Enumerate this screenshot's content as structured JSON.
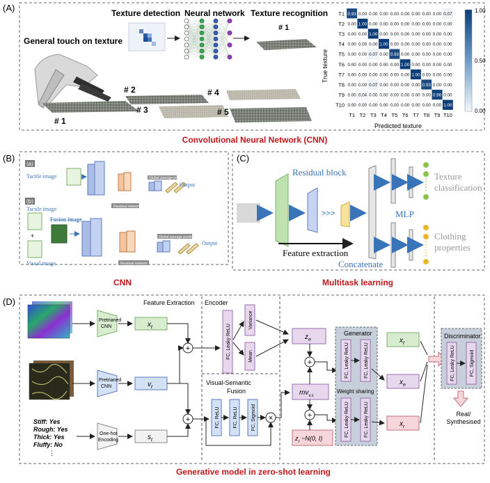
{
  "panelA": {
    "label": "(A)",
    "general_touch": "General touch on texture",
    "texture_detection": "Texture detection",
    "neural_network": "Neural network",
    "texture_recognition": "Texture recognition",
    "recognized_id": "# 1",
    "textures": [
      "# 1",
      "# 2",
      "# 3",
      "# 4",
      "# 5"
    ],
    "footer": "Convolutional Neural Network (CNN)",
    "matrix": {
      "rows": [
        "T1",
        "T2",
        "T3",
        "T4",
        "T5",
        "T6",
        "T7",
        "T8",
        "T9",
        "T10"
      ],
      "cols": [
        "T1",
        "T2",
        "T3",
        "T4",
        "T5",
        "T6",
        "T7",
        "T8",
        "T9",
        "T10"
      ],
      "values": [
        [
          0.93,
          0.0,
          0.0,
          0.0,
          0.0,
          0.0,
          0.0,
          0.0,
          0.0,
          0.07
        ],
        [
          0.0,
          1.0,
          0.0,
          0.0,
          0.0,
          0.0,
          0.0,
          0.0,
          0.0,
          0.0
        ],
        [
          0.0,
          0.0,
          1.0,
          0.0,
          0.0,
          0.0,
          0.0,
          0.0,
          0.0,
          0.0
        ],
        [
          0.0,
          0.0,
          0.0,
          1.0,
          0.0,
          0.0,
          0.0,
          0.0,
          0.0,
          0.0
        ],
        [
          0.0,
          0.0,
          0.07,
          0.0,
          0.93,
          0.0,
          0.0,
          0.0,
          0.0,
          0.0
        ],
        [
          0.0,
          0.0,
          0.0,
          0.0,
          0.0,
          1.0,
          0.0,
          0.0,
          0.0,
          0.0
        ],
        [
          0.0,
          0.0,
          0.0,
          0.0,
          0.0,
          0.0,
          1.0,
          0.0,
          0.0,
          0.0
        ],
        [
          0.0,
          0.0,
          0.07,
          0.0,
          0.0,
          0.0,
          0.0,
          0.93,
          0.0,
          0.0
        ],
        [
          0.0,
          0.04,
          0.0,
          0.0,
          0.0,
          0.0,
          0.0,
          0.0,
          0.96,
          0.0
        ],
        [
          0.0,
          0.0,
          0.0,
          0.0,
          0.0,
          0.0,
          0.0,
          0.0,
          0.0,
          1.0
        ]
      ],
      "ylabel": "True texture",
      "xlabel": "Predicted texture",
      "colorbar_ticks": [
        "1.00",
        "0.50",
        "0.00"
      ]
    }
  },
  "panelB": {
    "label": "(B)",
    "sub_a": "(a)",
    "sub_b": "(b)",
    "tactile_image": "Tactile image",
    "fusion_image": "Fusion image",
    "visual_image": "Visual image",
    "plus": "+",
    "global_avg_pooling": "Global average pooling",
    "output": "Output",
    "residual_network": "Residual network",
    "footer": "CNN"
  },
  "panelC": {
    "label": "(C)",
    "residual_block": "Residual block",
    "feature_extraction": "Feature extraction",
    "concatenate": "Concatenate",
    "mlp": "MLP",
    "texture_classification": [
      "Texture",
      "classification"
    ],
    "clothing_properties": [
      "Clothing",
      "properties"
    ],
    "arrows_glyph": ">>>",
    "footer": "Multitask learning"
  },
  "panelD": {
    "label": "(D)",
    "feature_extraction": "Feature Extraction",
    "encoder": "Encoder",
    "pretrained_cnn": [
      "Pretrianed",
      "CNN"
    ],
    "one_hot": [
      "One-hot",
      "Encoding"
    ],
    "xt": "x",
    "vt": "v",
    "st": "s",
    "sub_t": "t",
    "attributes": [
      "Stiff: Yes",
      "Rough: Yes",
      "Thick: Yes",
      "Fluffy: No",
      "⋮"
    ],
    "enc_fc": "FC, Leaky ReLU",
    "variance": "Variance",
    "mean": "Mean",
    "vs_fusion": [
      "Visual-Semantic",
      "Fusion"
    ],
    "fc_relu": "FC, ReLU",
    "fc_sigmoid": "FC, Sigmoid",
    "times": "×",
    "plus": "+",
    "ze": "z",
    "sub_e": "e",
    "mv": "mv",
    "sub_vs": "v,s",
    "zr": "z",
    "zr_rest": " ~N(0, I)",
    "sub_r": "r",
    "generator": "Generator",
    "weight_sharing": "Weight sharing",
    "gen_fc": "FC, Leaky ReLU",
    "out_x": "x",
    "discriminator": "Discriminator",
    "disc_fc1": "FC, Leaky ReLU",
    "disc_fc2": "FC, Sigmoid",
    "real_synth": [
      "Real/",
      "Synthesised"
    ],
    "footer": "Generative model in zero-shot learning"
  },
  "colors": {
    "footer": "#c0161b",
    "matrix_dark": "#0c3d78",
    "green_box": "#d8ecd0",
    "blue_box": "#d4e2f6",
    "purple_box": "#e7d8ee",
    "pink_box": "#f6d6da",
    "slate": "#c7cfda"
  }
}
